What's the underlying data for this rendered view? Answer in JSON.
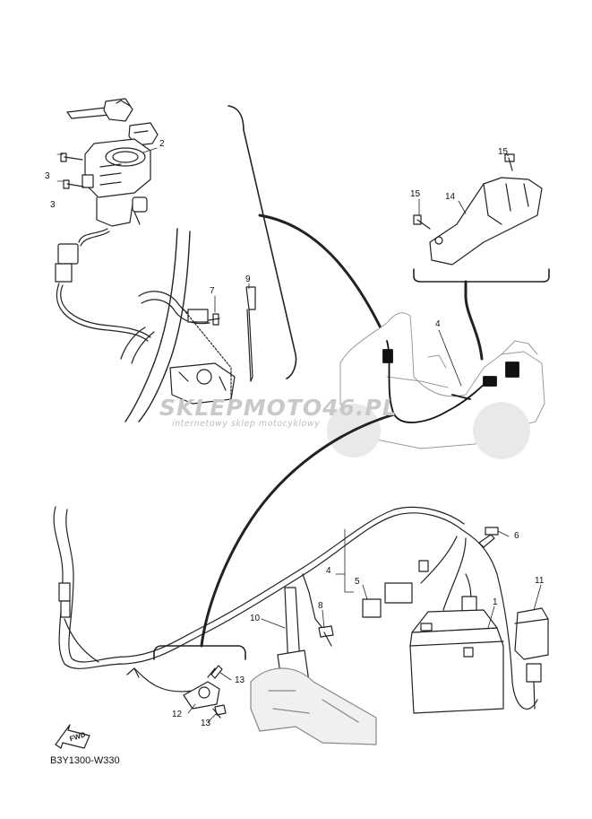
{
  "callouts": {
    "c1": "1",
    "c2": "2",
    "c3a": "3",
    "c3b": "3",
    "c4a": "4",
    "c4b": "4",
    "c5": "5",
    "c6": "6",
    "c7": "7",
    "c8": "8",
    "c9": "9",
    "c10": "10",
    "c11": "11",
    "c12": "12",
    "c13a": "13",
    "c13b": "13",
    "c14": "14",
    "c15a": "15",
    "c15b": "15"
  },
  "diagram_code": "B3Y1300-W330",
  "fwd_label": "FWD",
  "watermark": {
    "title": "SKLEPMOTO46.PL",
    "subtitle": "internetowy sklep motocyklowy"
  },
  "icons": [
    "fwd-arrow-icon"
  ]
}
